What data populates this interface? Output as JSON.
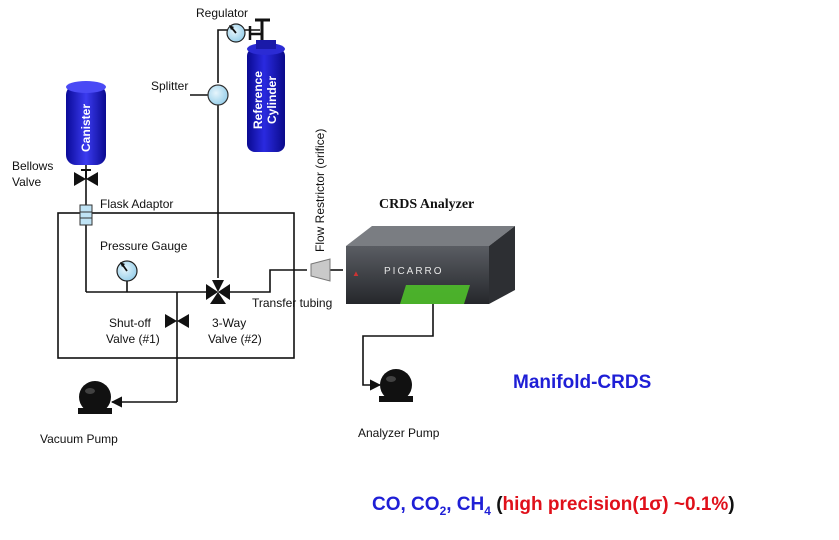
{
  "labels": {
    "regulator": "Regulator",
    "splitter": "Splitter",
    "reference_cylinder_line1": "Reference",
    "reference_cylinder_line2": "Cylinder",
    "canister": "Canister",
    "bellows_valve_line1": "Bellows",
    "bellows_valve_line2": "Valve",
    "flask_adaptor": "Flask Adaptor",
    "pressure_gauge": "Pressure Gauge",
    "shutoff_valve_line1": "Shut-off",
    "shutoff_valve_line2": "Valve (#1)",
    "three_way_valve_line1": "3-Way",
    "three_way_valve_line2": "Valve (#2)",
    "transfer_tubing": "Transfer tubing",
    "flow_restrictor": "Flow Restrictor (orifice)",
    "crds_analyzer": "CRDS Analyzer",
    "analyzer_brand": "PICARRO",
    "vacuum_pump": "Vacuum Pump",
    "analyzer_pump": "Analyzer Pump"
  },
  "title": "Manifold-CRDS",
  "species_note": {
    "co": "CO, CO",
    "co2_sub": "2",
    "ch4_prefix": ", CH",
    "ch4_sub": "4",
    "open_paren": " (",
    "precision": "high precision(1σ) ~0.1%",
    "close_paren": ")"
  },
  "colors": {
    "title_blue": "#1f1fd6",
    "precision_red": "#e0101a",
    "cylinder_blue": "#1010b8",
    "analyzer_green": "#4fbf2a",
    "gauge_fill": "#bfe3f5"
  },
  "icons": {
    "pump": "vacuum-pump-icon",
    "gauge": "pressure-gauge-icon",
    "valve": "bowtie-valve-icon",
    "three_way": "three-way-valve-icon"
  }
}
